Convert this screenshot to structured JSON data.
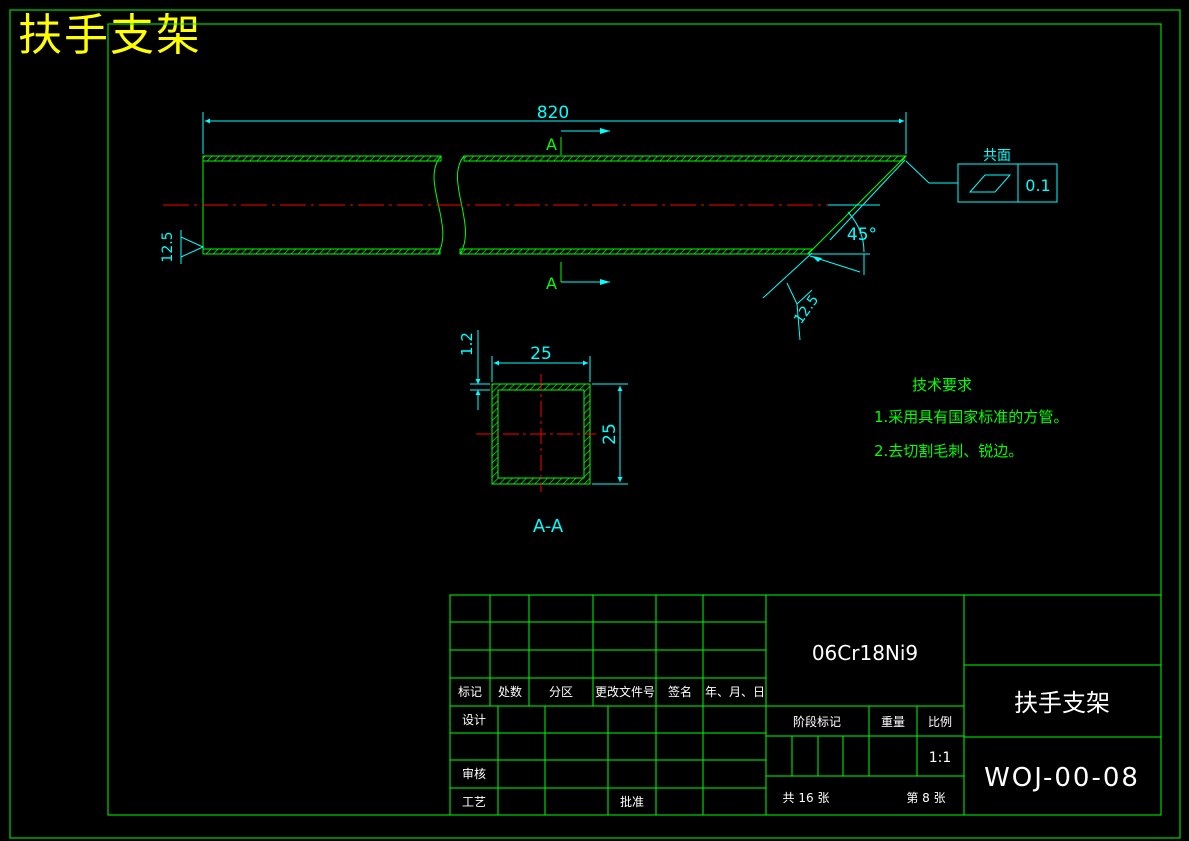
{
  "header": {
    "title": "扶手支架"
  },
  "colors": {
    "background": "#000000",
    "frame": "#00ff00",
    "part": "#00ff00",
    "dimension": "#00ffff",
    "centerline": "#ff0000",
    "title_text": "#ffff00",
    "note_text": "#00ff00",
    "table_text": "#ffffff"
  },
  "main_view": {
    "length_dim": "820",
    "section_label_top": "A",
    "section_label_bottom": "A",
    "roughness_left": "12.5",
    "angle_dim": "45°",
    "roughness_cut": "12.5",
    "gdt_label": "共面",
    "gdt_tolerance": "0.1"
  },
  "section_view": {
    "wall_dim": "1.2",
    "width_dim": "25",
    "height_dim": "25",
    "label": "A-A"
  },
  "notes": {
    "heading": "技术要求",
    "items": [
      "1.采用具有国家标准的方管。",
      "2.去切割毛刺、锐边。"
    ]
  },
  "title_block": {
    "material": "06Cr18Ni9",
    "part_name": "扶手支架",
    "drawing_no": "WOJ-00-08",
    "headers": [
      "标记",
      "处数",
      "分区",
      "更改文件号",
      "签名",
      "年、月、日"
    ],
    "row_design": "设计",
    "row_review": "审核",
    "row_process": "工艺",
    "approve": "批准",
    "stage_mark": "阶段标记",
    "weight": "重量",
    "scale_label": "比例",
    "scale_value": "1:1",
    "total_sheets": "共 16 张",
    "sheet_no": "第 8 张"
  }
}
